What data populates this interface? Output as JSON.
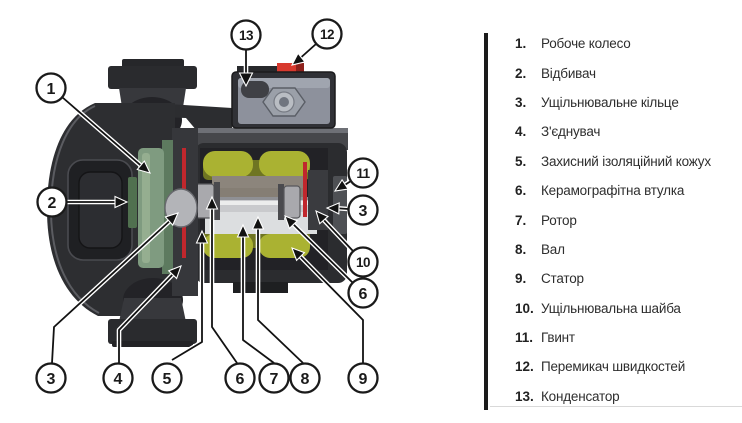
{
  "legend": {
    "items": [
      {
        "num": "1.",
        "label": "Робоче колесо"
      },
      {
        "num": "2.",
        "label": "Відбивач"
      },
      {
        "num": "3.",
        "label": "Ущільнювальне кільце"
      },
      {
        "num": "4.",
        "label": "З'єднувач"
      },
      {
        "num": "5.",
        "label": "Захисний ізоляційний кожух"
      },
      {
        "num": "6.",
        "label": "Керамографітна втулка"
      },
      {
        "num": "7.",
        "label": "Ротор"
      },
      {
        "num": "8.",
        "label": "Вал"
      },
      {
        "num": "9.",
        "label": "Статор"
      },
      {
        "num": "10.",
        "label": "Ущільнювальна шайба"
      },
      {
        "num": "11.",
        "label": "Гвинт"
      },
      {
        "num": "12.",
        "label": "Перемикач швидкостей"
      },
      {
        "num": "13.",
        "label": "Конденсатор"
      }
    ]
  },
  "diagram": {
    "callout_labels": {
      "n1": "1",
      "n2": "2",
      "n3": "3",
      "n4": "4",
      "n5": "5",
      "n6": "6",
      "n7": "7",
      "n8": "8",
      "n9": "9",
      "n10": "10",
      "n11": "11",
      "n12": "12",
      "n13": "13"
    },
    "colors": {
      "body_dark": "#2d2e31",
      "impeller_green": "#7f9b80",
      "impeller_green_light": "#95ae90",
      "deflector_green": "#50704f",
      "stator_olive": "#aab232",
      "stator_olive_dark": "#6f7522",
      "seal_red": "#c0272d",
      "switch_red": "#d8392e",
      "shaft_silver": "#c9cacd",
      "rotor_taupe": "#857e74",
      "box_gray": "#8d919c"
    }
  }
}
